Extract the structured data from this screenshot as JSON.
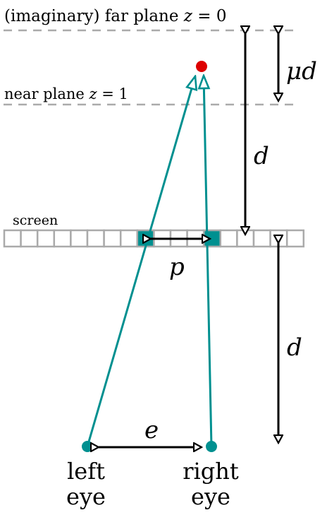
{
  "labels": {
    "far_plane_prefix": "(imaginary) far plane ",
    "far_plane_var": "z",
    "far_plane_eq": " = 0",
    "near_plane_prefix": "near plane ",
    "near_plane_var": "z",
    "near_plane_eq": " = 1",
    "screen": "screen",
    "separation": "p",
    "distance_upper": "d",
    "distance_lower": "d",
    "mu_d_mu": "μ",
    "mu_d_d": "d",
    "eye_distance": "e",
    "left_eye_line1": "left",
    "left_eye_line2": "eye",
    "right_eye_line1": "right",
    "right_eye_line2": "eye"
  },
  "colors": {
    "teal": "#009090",
    "point": "#dd0000",
    "plane_dash": "#aaaaaa",
    "screen_cell_border": "#aaaaaa",
    "arrow": "#000000"
  },
  "screen_strip": {
    "cell_count": 18,
    "highlighted_cells": [
      8,
      12
    ]
  }
}
